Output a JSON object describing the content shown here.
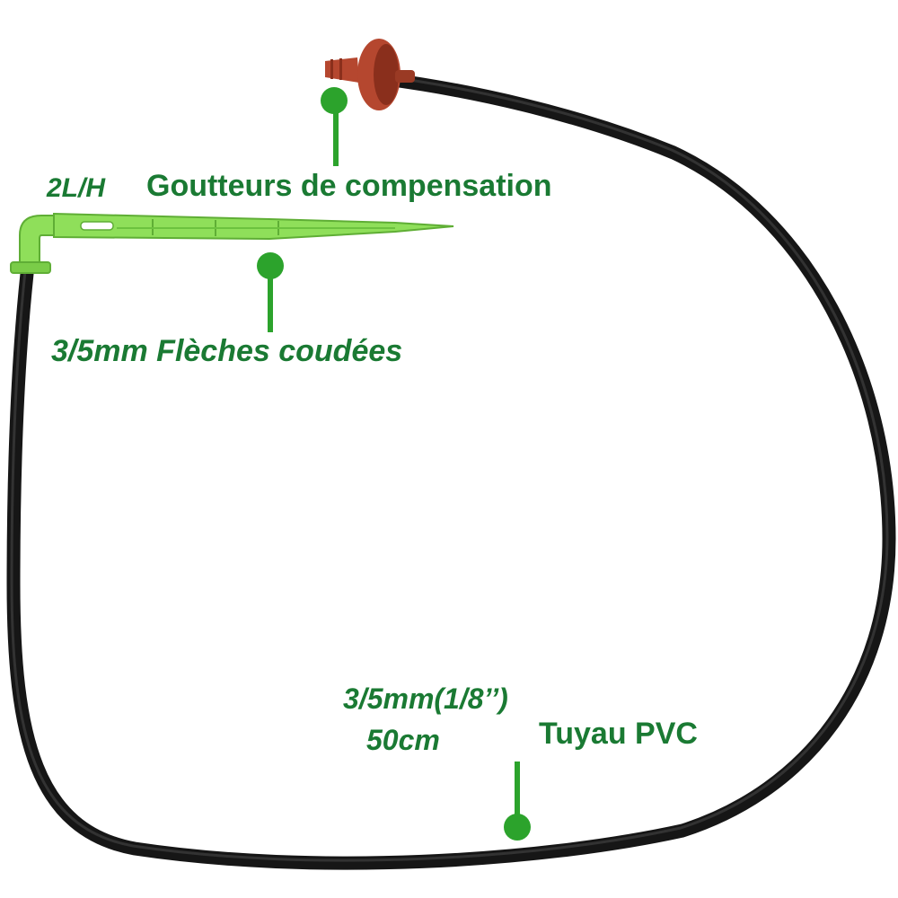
{
  "colors": {
    "label_green": "#1a7a33",
    "dot_green": "#2ca32c",
    "tube_black": "#161616",
    "tube_highlight": "#4a4a4a",
    "arrow_green": "#8fdf5a",
    "arrow_green_dark": "#5fae35",
    "dripper_red": "#b5472f",
    "dripper_red_dark": "#8a2f1c",
    "background": "#ffffff"
  },
  "labels": {
    "flow_rate": "2L/H",
    "dripper": "Goutteurs de compensation",
    "arrow_stake": "3/5mm Flèches coudées",
    "tube_size": "3/5mm(1/8’’)",
    "tube_length": "50cm",
    "pipe": "Tuyau PVC"
  }
}
